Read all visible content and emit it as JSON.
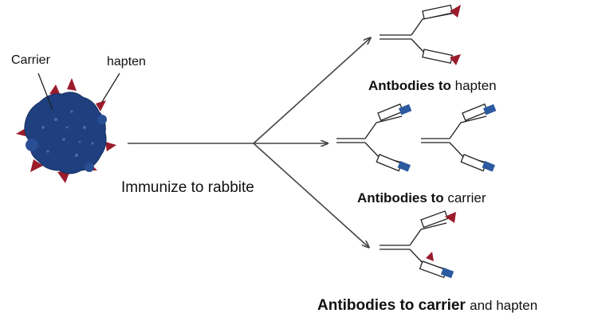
{
  "labels": {
    "carrier": "Carrier",
    "hapten": "hapten",
    "immunize": "Immunize to rabbite",
    "antibodies_hapten_bold": "Antbodies to",
    "antibodies_hapten_tail": "hapten",
    "antibodies_carrier_bold": "Antibodies to",
    "antibodies_carrier_tail": "carrier",
    "antibodies_both_bold": "Antibodies to carrier",
    "antibodies_both_tail": "and  hapten"
  },
  "colors": {
    "carrier_fill": "#1f3f7f",
    "hapten": "#9b1c2c",
    "carrier_tip": "#2c5aa0",
    "antibody_stroke": "#222222",
    "arrow": "#444444",
    "text": "#111111"
  }
}
